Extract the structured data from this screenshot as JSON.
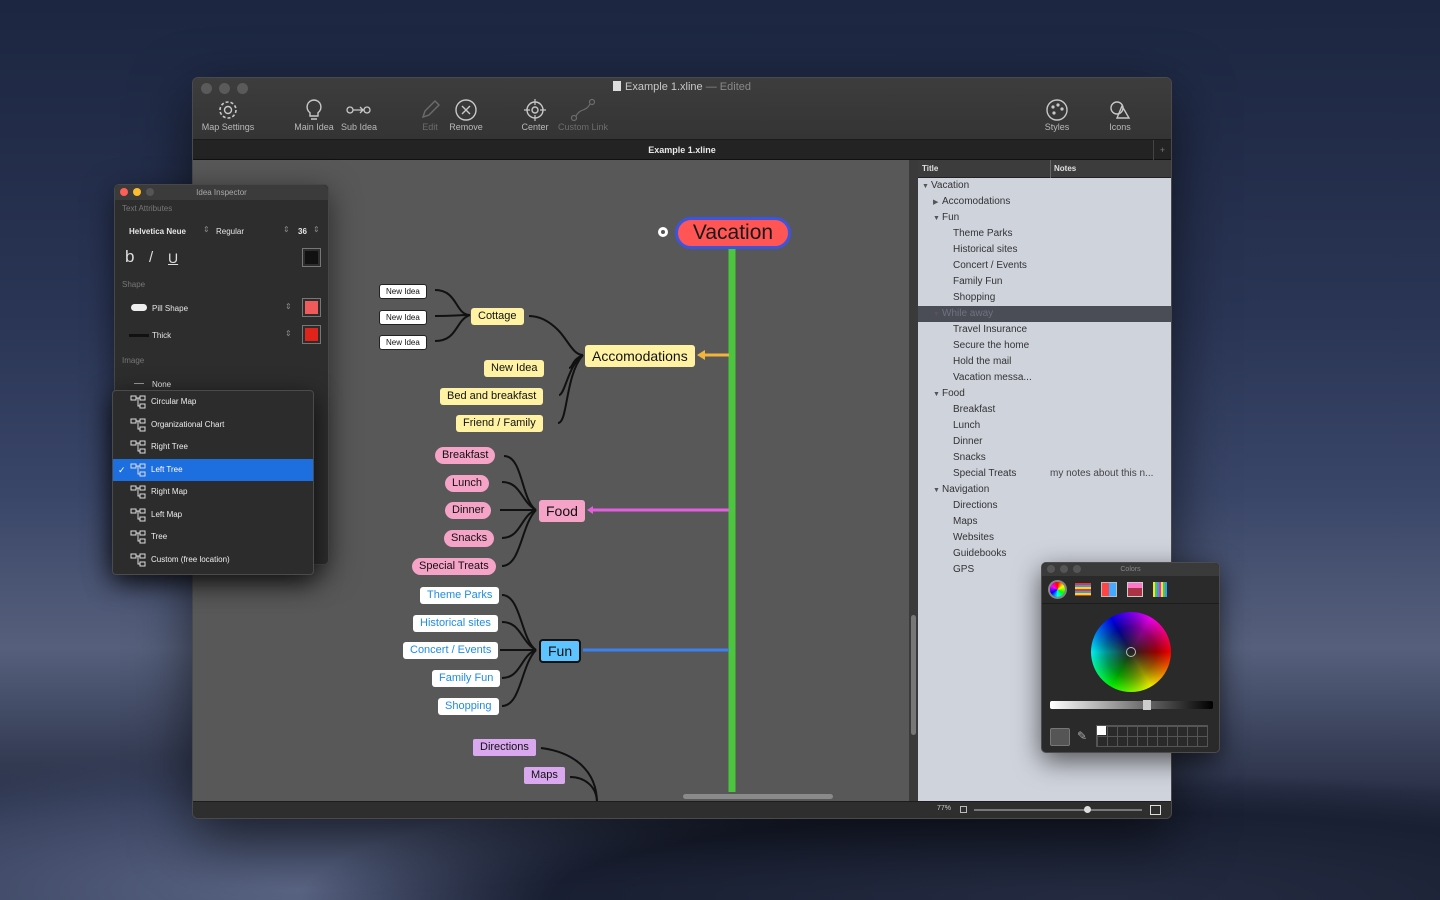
{
  "window": {
    "title": "Example 1.xline",
    "title_suffix": "— Edited",
    "tab": "Example 1.xline"
  },
  "toolbar": {
    "map_settings": "Map Settings",
    "main_idea": "Main Idea",
    "sub_idea": "Sub Idea",
    "edit": "Edit",
    "remove": "Remove",
    "center": "Center",
    "custom_link": "Custom Link",
    "styles": "Styles",
    "icons": "Icons"
  },
  "map": {
    "root": "Vacation",
    "accomodations": {
      "label": "Accomodations",
      "cottage": "Cottage",
      "new_idea_children": [
        "New Idea",
        "New Idea",
        "New Idea"
      ],
      "children": [
        "New Idea",
        "Bed and breakfast",
        "Friend / Family"
      ]
    },
    "food": {
      "label": "Food",
      "children": [
        "Breakfast",
        "Lunch",
        "Dinner",
        "Snacks",
        "Special Treats"
      ]
    },
    "fun": {
      "label": "Fun",
      "children": [
        "Theme Parks",
        "Historical sites",
        "Concert / Events",
        "Family Fun",
        "Shopping"
      ]
    },
    "navigation": {
      "children": [
        "Directions",
        "Maps"
      ]
    },
    "colors": {
      "root_fill": "#ff5555",
      "root_border": "#3b55e0",
      "trunk": "#4cc63f",
      "accomodations_branch": "#f2b43a",
      "food_branch": "#e45fe0",
      "fun_branch": "#3c7ff0"
    }
  },
  "outline": {
    "col_title": "Title",
    "col_notes": "Notes",
    "rows": [
      {
        "label": "Vacation",
        "notes": ""
      },
      {
        "label": "Accomodations",
        "notes": ""
      },
      {
        "label": "Fun",
        "notes": ""
      },
      {
        "label": "Theme Parks",
        "notes": ""
      },
      {
        "label": "Historical sites",
        "notes": ""
      },
      {
        "label": "Concert / Events",
        "notes": ""
      },
      {
        "label": "Family Fun",
        "notes": ""
      },
      {
        "label": "Shopping",
        "notes": ""
      },
      {
        "label": "While away",
        "notes": ""
      },
      {
        "label": "Travel Insurance",
        "notes": ""
      },
      {
        "label": "Secure the home",
        "notes": ""
      },
      {
        "label": "Hold the mail",
        "notes": ""
      },
      {
        "label": "Vacation messa...",
        "notes": ""
      },
      {
        "label": "Food",
        "notes": ""
      },
      {
        "label": "Breakfast",
        "notes": ""
      },
      {
        "label": "Lunch",
        "notes": ""
      },
      {
        "label": "Dinner",
        "notes": ""
      },
      {
        "label": "Snacks",
        "notes": ""
      },
      {
        "label": "Special Treats",
        "notes": "my notes about this n..."
      },
      {
        "label": "Navigation",
        "notes": ""
      },
      {
        "label": "Directions",
        "notes": ""
      },
      {
        "label": "Maps",
        "notes": ""
      },
      {
        "label": "Websites",
        "notes": ""
      },
      {
        "label": "Guidebooks",
        "notes": ""
      },
      {
        "label": "GPS",
        "notes": ""
      }
    ]
  },
  "inspector": {
    "title": "Idea Inspector",
    "text_attributes": "Text Attributes",
    "font": "Helvetica Neue",
    "weight": "Regular",
    "size": "36",
    "bold": "b",
    "italic": "/",
    "underline": "U",
    "shape_section": "Shape",
    "shape": "Pill Shape",
    "line": "Thick",
    "image_section": "Image",
    "image": "None",
    "text_color": "#111111",
    "shape_color": "#f05a5a",
    "line_color": "#e0241c"
  },
  "layout_menu": {
    "items": [
      "Circular Map",
      "Organizational Chart",
      "Right Tree",
      "Left Tree",
      "Right Map",
      "Left Map",
      "Tree",
      "Custom (free location)"
    ],
    "selected": "Left Tree"
  },
  "status": {
    "zoom": "77%"
  },
  "colors_panel": {
    "title": "Colors"
  }
}
